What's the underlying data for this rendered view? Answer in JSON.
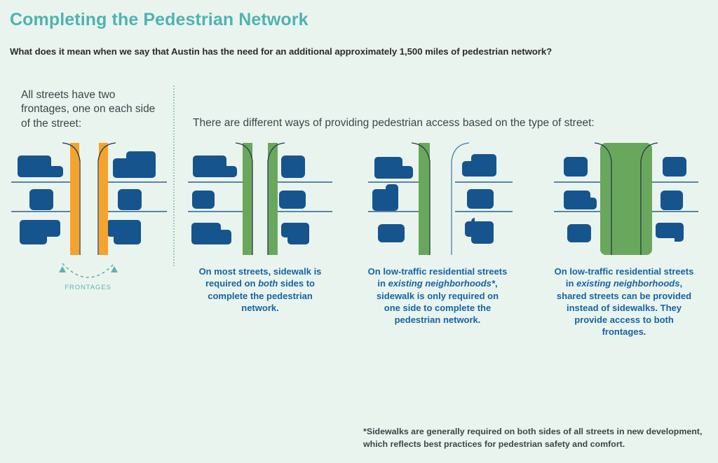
{
  "page": {
    "title": "Completing the Pedestrian Network",
    "subtitle": "What does it mean when we say that Austin has the need for an additional approximately 1,500 miles of pedestrian network?",
    "background_color": "#eaf4ef"
  },
  "colors": {
    "title_teal": "#4fb3ae",
    "caption_blue": "#1464a5",
    "building_blue": "#16548e",
    "sidewalk_orange": "#f5a32a",
    "sidewalk_green": "#69a85c",
    "curb_line": "#2d5f86",
    "body_text": "#3d4548",
    "divider_dotted": "#9fc9c4"
  },
  "lead_in": {
    "left": "All streets have two frontages, one on each side of the street:",
    "right": "There are different ways of providing pedestrian access based on the type of street:"
  },
  "frontages_annotation": {
    "label": "FRONTAGES",
    "arrow_style": "dashed-arc-with-two-up-arrowheads",
    "color": "#5fb3ad"
  },
  "panels": [
    {
      "id": "frontages",
      "diagram": "two-orange-frontage-bars",
      "left_bar_color": "#f5a32a",
      "right_bar_color": "#f5a32a",
      "street_fill": "none",
      "caption": null
    },
    {
      "id": "most-streets",
      "diagram": "green-sidewalk-both-sides",
      "left_bar_color": "#69a85c",
      "right_bar_color": "#69a85c",
      "street_fill": "none",
      "caption_parts": [
        {
          "text": "On most streets, sidewalk is required on ",
          "italic": false
        },
        {
          "text": "both",
          "italic": true
        },
        {
          "text": " sides to complete the pedestrian network.",
          "italic": false
        }
      ]
    },
    {
      "id": "low-traffic-one-side",
      "diagram": "green-sidewalk-one-side",
      "left_bar_color": "#69a85c",
      "right_bar_color": "none",
      "street_fill": "none",
      "caption_parts": [
        {
          "text": "On low-traffic residential streets in ",
          "italic": false
        },
        {
          "text": "existing neighborhoods*",
          "italic": true
        },
        {
          "text": ", sidewalk is only required on one side to complete the pedestrian network.",
          "italic": false
        }
      ]
    },
    {
      "id": "shared-street",
      "diagram": "fully-green-shared-street",
      "left_bar_color": "none",
      "right_bar_color": "none",
      "street_fill": "#69a85c",
      "caption_parts": [
        {
          "text": "On low-traffic residential streets in ",
          "italic": false
        },
        {
          "text": "existing neighborhoods",
          "italic": true
        },
        {
          "text": ", shared streets can be provided instead of sidewalks. They provide access to both frontages.",
          "italic": false
        }
      ]
    }
  ],
  "footnote": "*Sidewalks are generally required on both sides of all streets in new development, which reflects best practices for pedestrian safety and comfort."
}
